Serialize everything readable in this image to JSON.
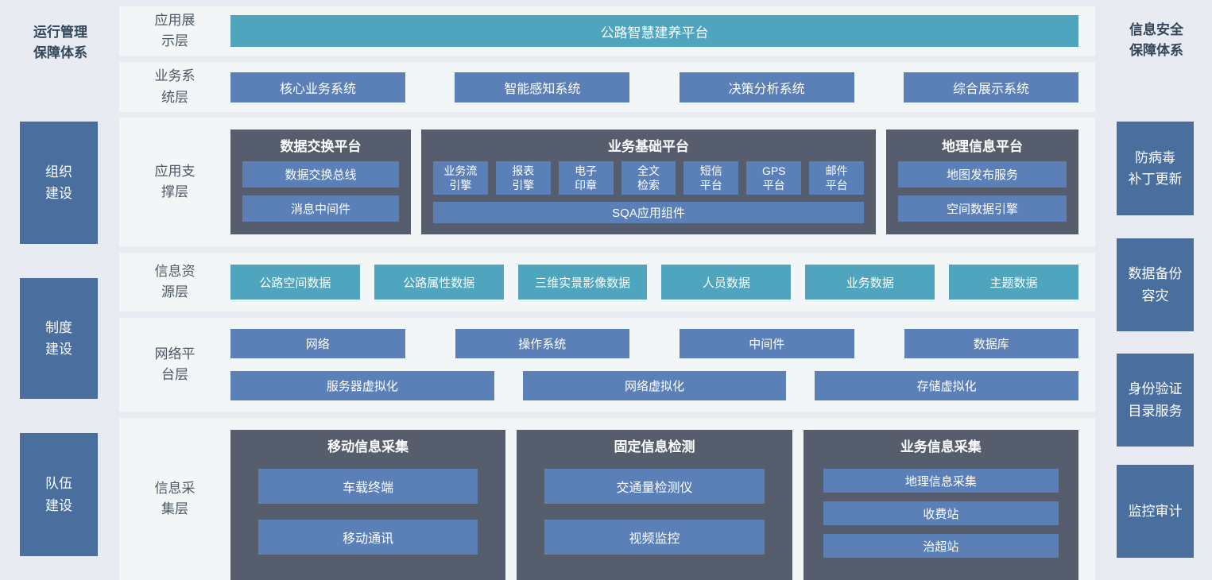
{
  "colors": {
    "background": "#e9ebf3",
    "layer_background": "#f3f6f6",
    "teal": "#4ea5bd",
    "blue": "#5b80b8",
    "dark_panel": "#565e6d",
    "side_box_blue": "#4a6e9e"
  },
  "left_panel": {
    "title": "运行管理\n保障体系",
    "items": [
      "组织\n建设",
      "制度\n建设",
      "队伍\n建设"
    ]
  },
  "right_panel": {
    "title": "信息安全\n保障体系",
    "items": [
      "防病毒\n补丁更新",
      "数据备份\n容灾",
      "身份验证\n目录服务",
      "监控审计"
    ]
  },
  "layers": {
    "display": {
      "label": "应用展\n示层",
      "platform": "公路智慧建养平台"
    },
    "business": {
      "label": "业务系\n统层",
      "items": [
        "核心业务系统",
        "智能感知系统",
        "决策分析系统",
        "综合展示系统"
      ]
    },
    "support": {
      "label": "应用支\n撑层",
      "data_exchange": {
        "title": "数据交换平台",
        "items": [
          "数据交换总线",
          "消息中间件"
        ]
      },
      "business_base": {
        "title": "业务基础平台",
        "items": [
          "业务流\n引擎",
          "报表\n引擎",
          "电子\n印章",
          "全文\n检索",
          "短信\n平台",
          "GPS\n平台",
          "邮件\n平台"
        ],
        "footer": "SQA应用组件"
      },
      "gis": {
        "title": "地理信息平台",
        "items": [
          "地图发布服务",
          "空间数据引擎"
        ]
      }
    },
    "resource": {
      "label": "信息资\n源层",
      "items": [
        "公路空间数据",
        "公路属性数据",
        "三维实景影像数据",
        "人员数据",
        "业务数据",
        "主题数据"
      ]
    },
    "network": {
      "label": "网络平\n台层",
      "row1": [
        "网络",
        "操作系统",
        "中间件",
        "数据库"
      ],
      "row2": [
        "服务器虚拟化",
        "网络虚拟化",
        "存储虚拟化"
      ]
    },
    "collection": {
      "label": "信息采\n集层",
      "groups": [
        {
          "title": "移动信息采集",
          "items": [
            "车载终端",
            "移动通讯"
          ]
        },
        {
          "title": "固定信息检测",
          "items": [
            "交通量检测仪",
            "视频监控"
          ]
        },
        {
          "title": "业务信息采集",
          "items": [
            "地理信息采集",
            "收费站",
            "治超站"
          ]
        }
      ]
    }
  }
}
